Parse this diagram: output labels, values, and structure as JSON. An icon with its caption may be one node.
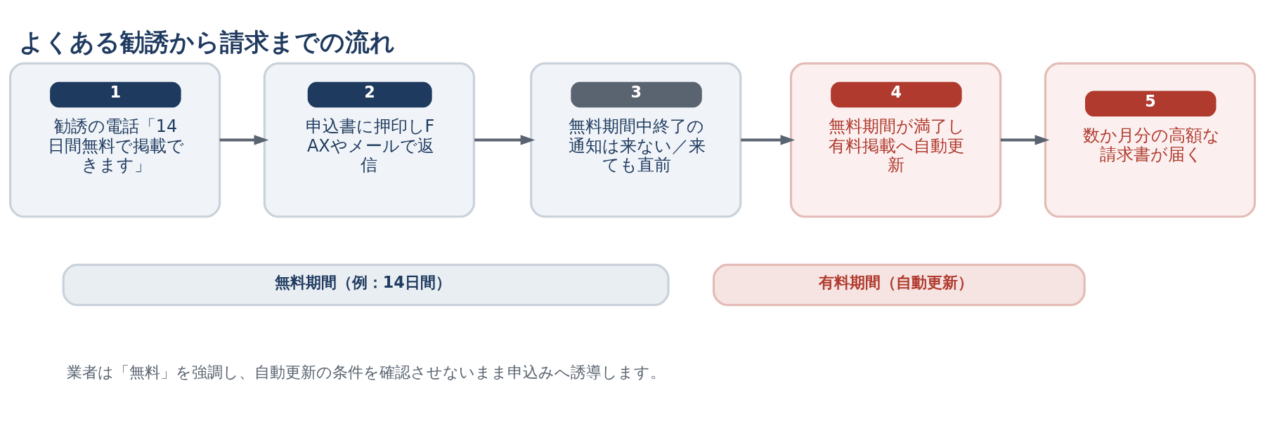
{
  "diagram": {
    "title": "よくある勧誘から請求までの流れ",
    "caption": "業者は「無料」を強調し、自動更新の条件を確認させないまま申込みへ誘導します。",
    "nodes": [
      {
        "text": [
          "1",
          "勧誘の電話「14日間無料で掲載できます」"
        ]
      },
      {
        "text": [
          "2",
          "申込書に押印しFAXやメールで返信"
        ]
      },
      {
        "text": [
          "3",
          "無料期間中終了の通知は来ない／来ても直前"
        ]
      },
      {
        "text": [
          "4",
          "無料期間が満了し有料掲載へ自動更新"
        ]
      },
      {
        "text": [
          "5",
          "数か月分の高額な請求書が届く"
        ]
      },
      {
        "text": [
          "無料期間（例：14日間）"
        ]
      },
      {
        "text": [
          "有料期間（自動更新）"
        ]
      }
    ],
    "edges": [
      {
        "from": 0,
        "to": 1,
        "arrow": "to"
      },
      {
        "from": 1,
        "to": 2,
        "arrow": "to"
      },
      {
        "from": 2,
        "to": 3,
        "arrow": "to"
      },
      {
        "from": 3,
        "to": 4,
        "arrow": "to"
      }
    ]
  }
}
